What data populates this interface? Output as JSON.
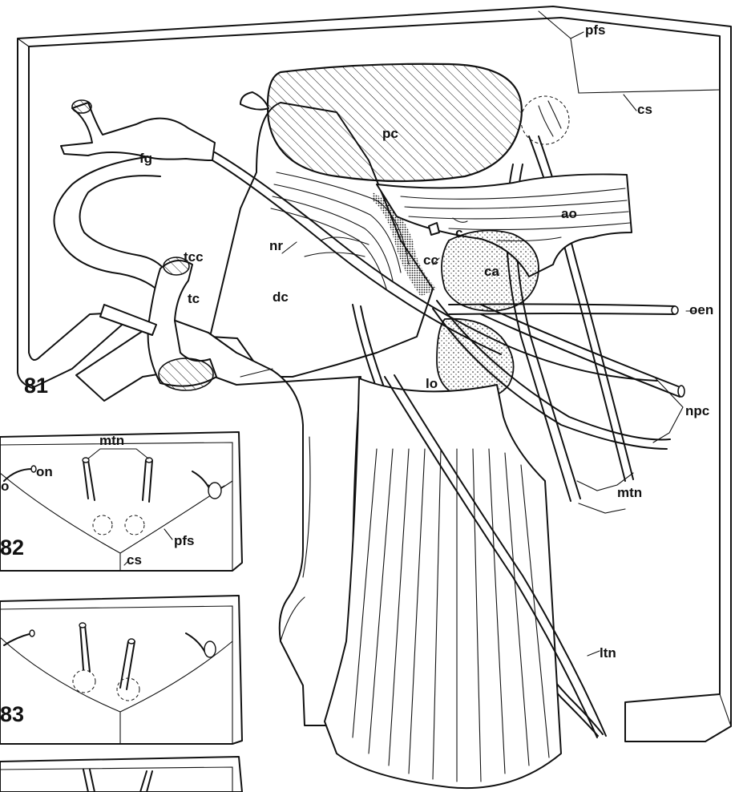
{
  "figures": {
    "fig81": "81",
    "fig82": "82",
    "fig83": "83"
  },
  "labels": {
    "pfs": "pfs",
    "cs": "cs",
    "pc": "pc",
    "fg": "fg",
    "ao": "ao",
    "nr": "nr",
    "tcc": "tcc",
    "cc": "cc",
    "ca": "ca",
    "c": "c",
    "dc": "dc",
    "tc": "tc",
    "oen": "oen",
    "lo": "lo",
    "npc": "npc",
    "mtn": "mtn",
    "ltn": "ltn"
  },
  "fig82_labels": {
    "mtn": "mtn",
    "on": "on",
    "o": "o",
    "pfs": "pfs",
    "cs": "cs"
  }
}
